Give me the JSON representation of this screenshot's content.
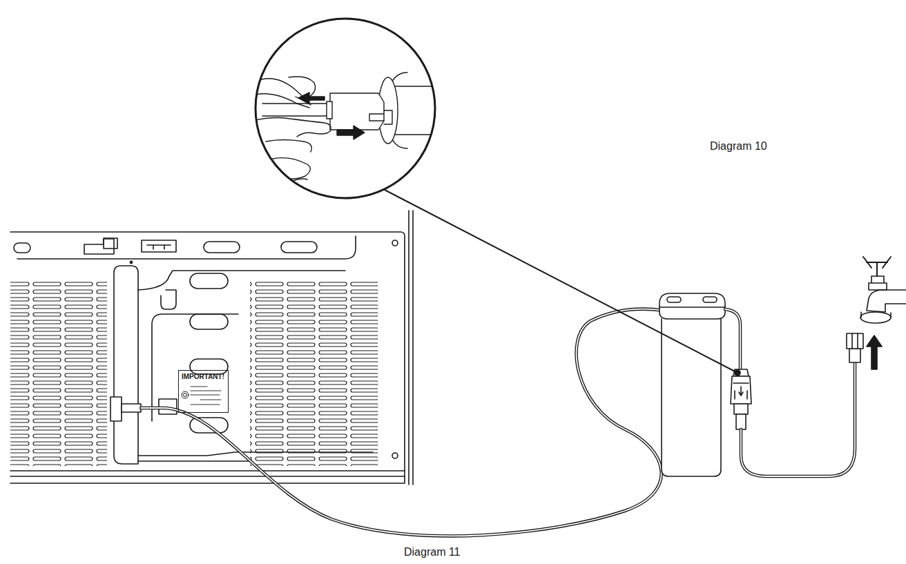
{
  "diagram": {
    "nodes": [
      {
        "text": [
          "IMPORTANT!"
        ]
      }
    ],
    "labels": [
      "Diagram 10",
      "Diagram 11"
    ]
  }
}
